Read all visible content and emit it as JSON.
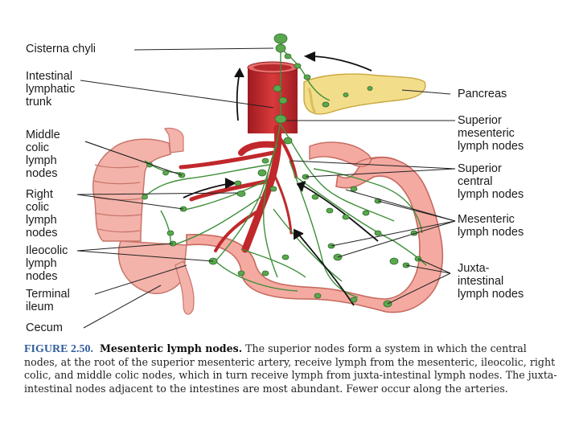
{
  "labels": {
    "cisterna_chyli": "Cisterna chyli",
    "intestinal_trunk": "Intestinal\nlymphatic\ntrunk",
    "middle_colic": "Middle\ncolic\nlymph\nnodes",
    "right_colic": "Right\ncolic\nlymph\nnodes",
    "ileocolic": "Ileocolic\nlymph\nnodes",
    "terminal_ileum": "Terminal\nileum",
    "cecum": "Cecum",
    "pancreas": "Pancreas",
    "superior_mesenteric": "Superior\nmesenteric\nlymph nodes",
    "superior_central": "Superior\ncentral\nlymph nodes",
    "mesenteric": "Mesenteric\nlymph nodes",
    "juxta_intestinal": "Juxta-\nintestinal\nlymph nodes"
  },
  "caption": {
    "figure_number": "FIGURE 2.50.",
    "title": "Mesenteric lymph nodes.",
    "text": "The superior nodes form a system in which the central nodes, at the root of the superior mesenteric artery, receive lymph from the mesenteric, ileocolic, right colic, and middle colic nodes, which in turn receive lymph from juxta-intestinal lymph nodes. The juxta-intestinal nodes adjacent to the intestines are most abundant. Fewer occur along the arteries."
  },
  "colors": {
    "lymph_green": "#3f8f3a",
    "node_green": "#5aa84e",
    "artery_red": "#c0282b",
    "intestine_pink": "#f0a59c",
    "pancreas_yellow": "#f2dd8a",
    "caption_blue": "#2f5d9e"
  }
}
